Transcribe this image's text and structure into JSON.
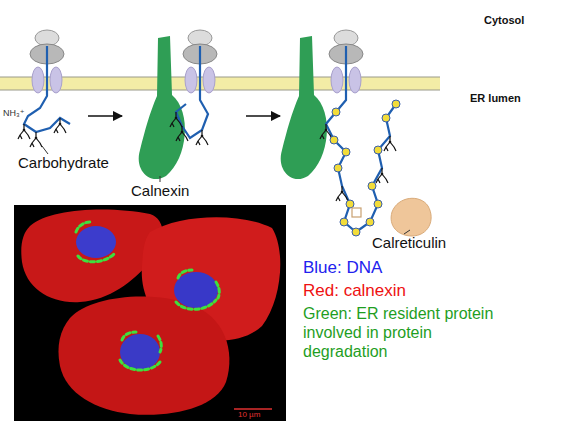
{
  "diagram": {
    "labels": [
      "Cytosol",
      "ER lumen",
      "NH₃⁺",
      "Carbohydrate",
      "Calnexin",
      "Calreticulin",
      "10 µm",
      "Blue: DNA",
      "Red: calnexin",
      "Green: ER resident protein involved in protein degradation"
    ]
  }
}
